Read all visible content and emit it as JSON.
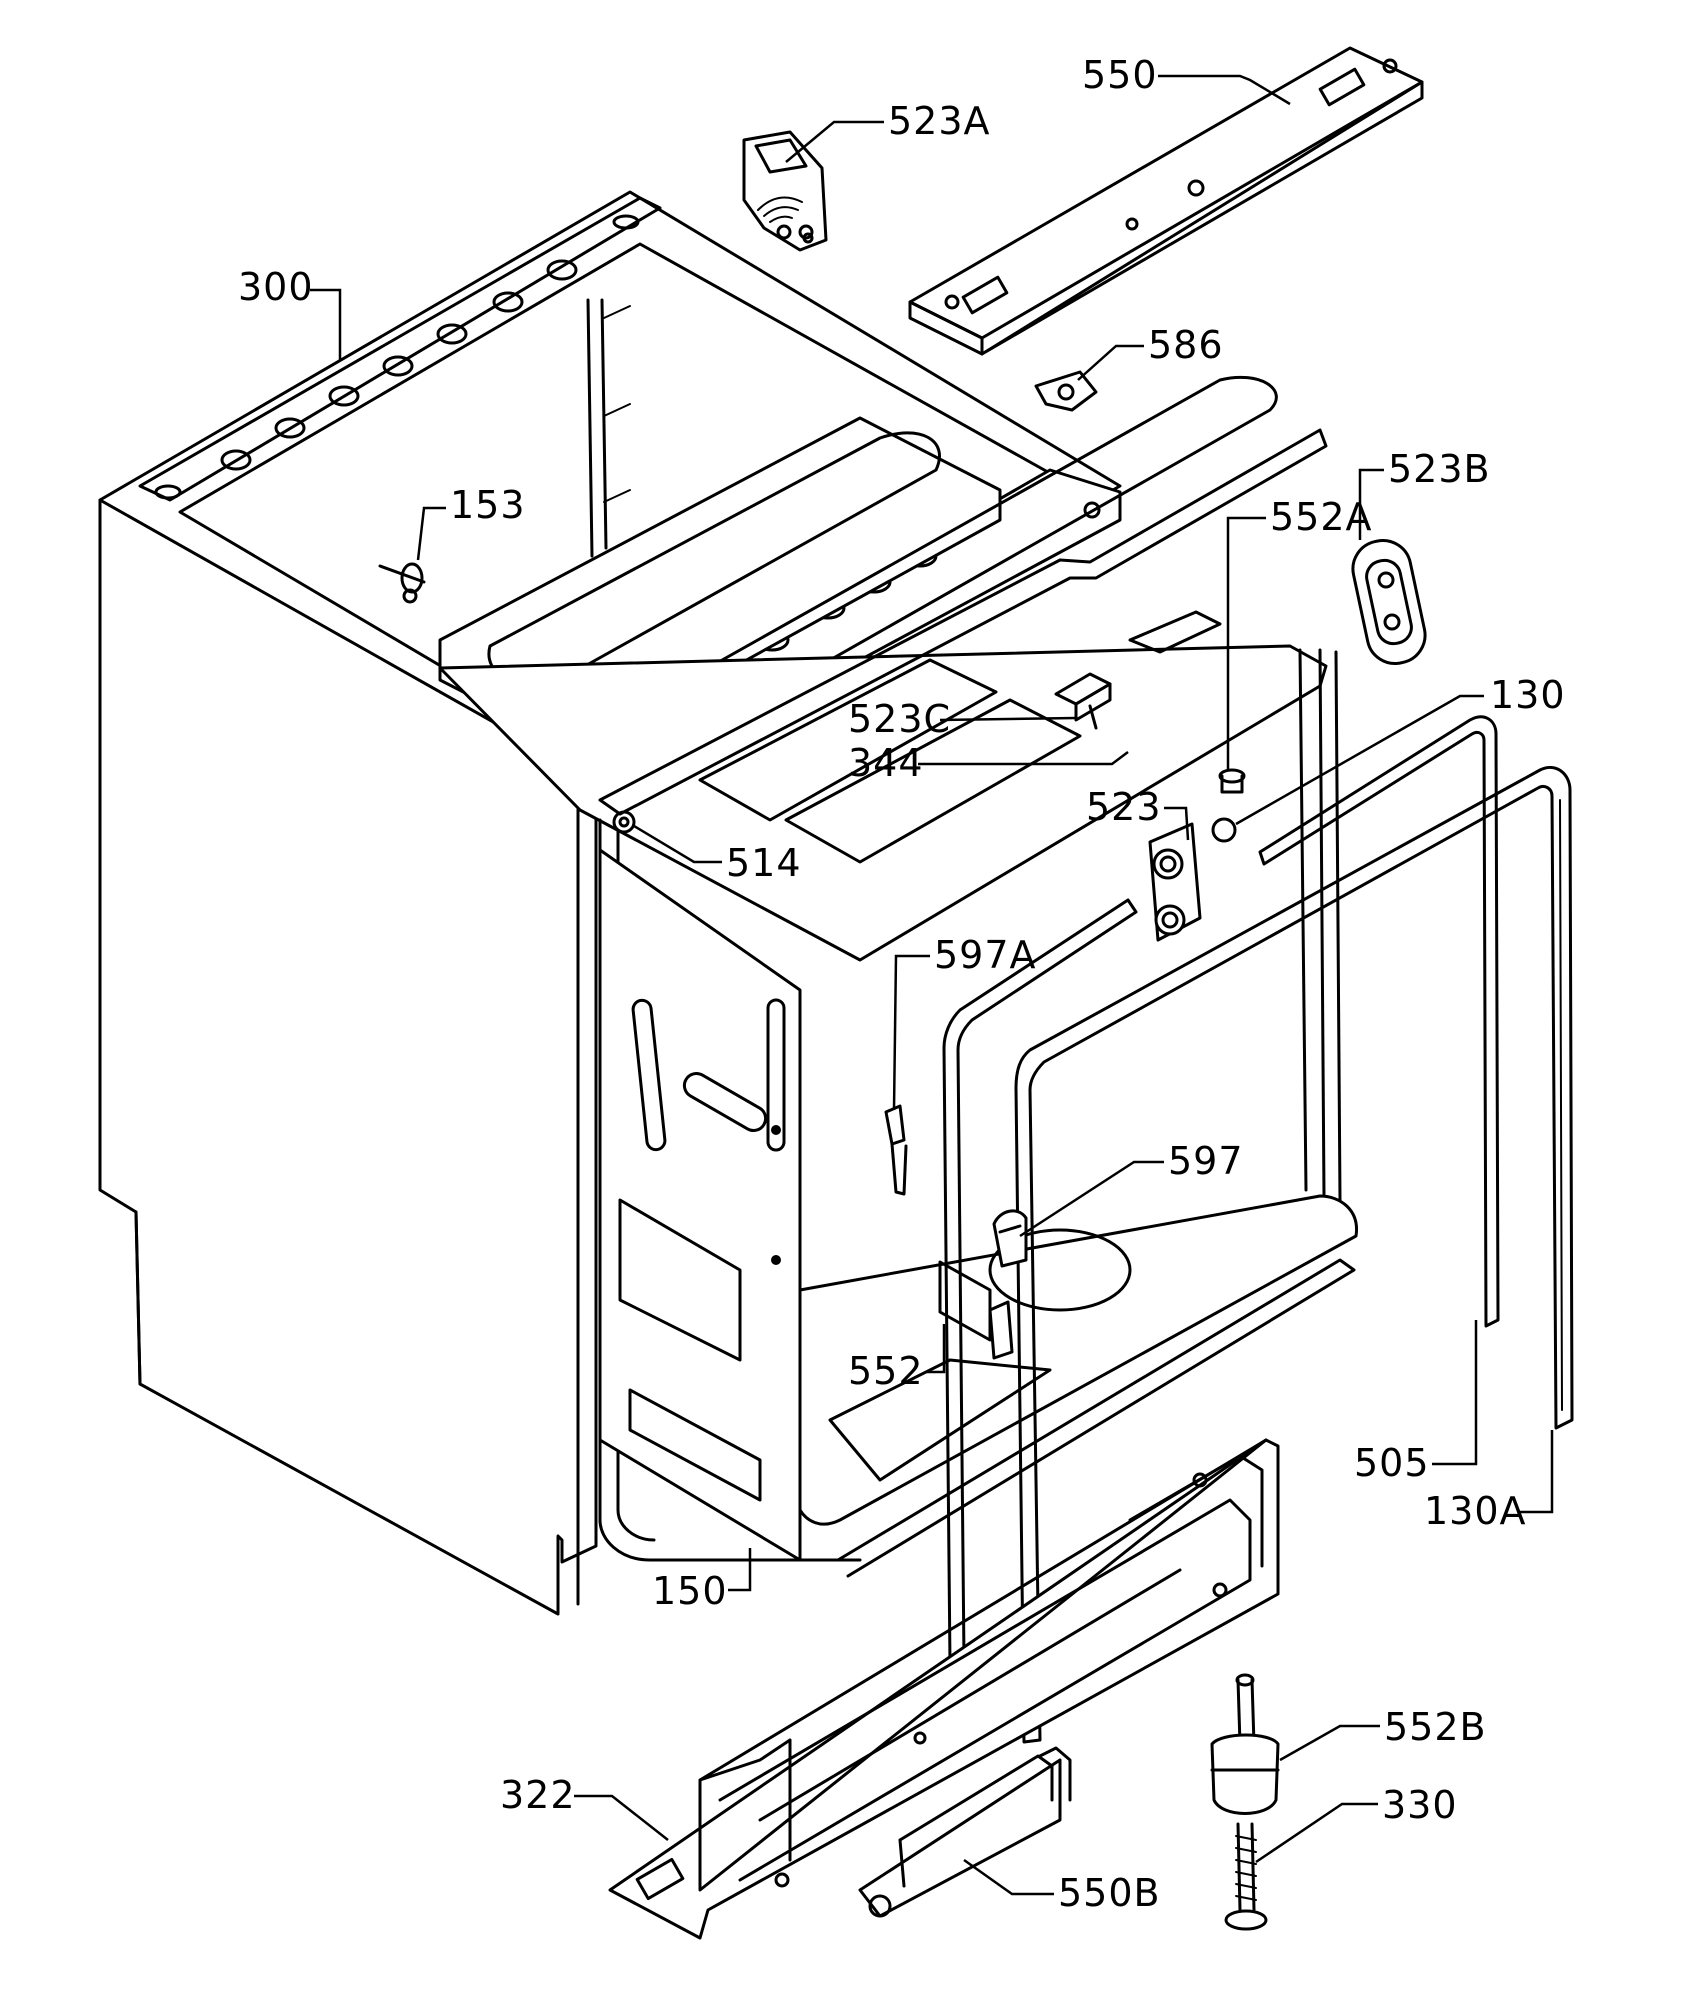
{
  "diagram": {
    "callouts": {
      "p550": "550",
      "p523A": "523A",
      "p300": "300",
      "p586": "586",
      "p523B": "523B",
      "p153": "153",
      "p552A": "552A",
      "p130": "130",
      "p523C": "523C",
      "p344": "344",
      "p523": "523",
      "p514": "514",
      "p597A": "597A",
      "p597": "597",
      "p552": "552",
      "p505": "505",
      "p130A": "130A",
      "p150": "150",
      "p552B": "552B",
      "p322": "322",
      "p330": "330",
      "p550B": "550B"
    }
  }
}
